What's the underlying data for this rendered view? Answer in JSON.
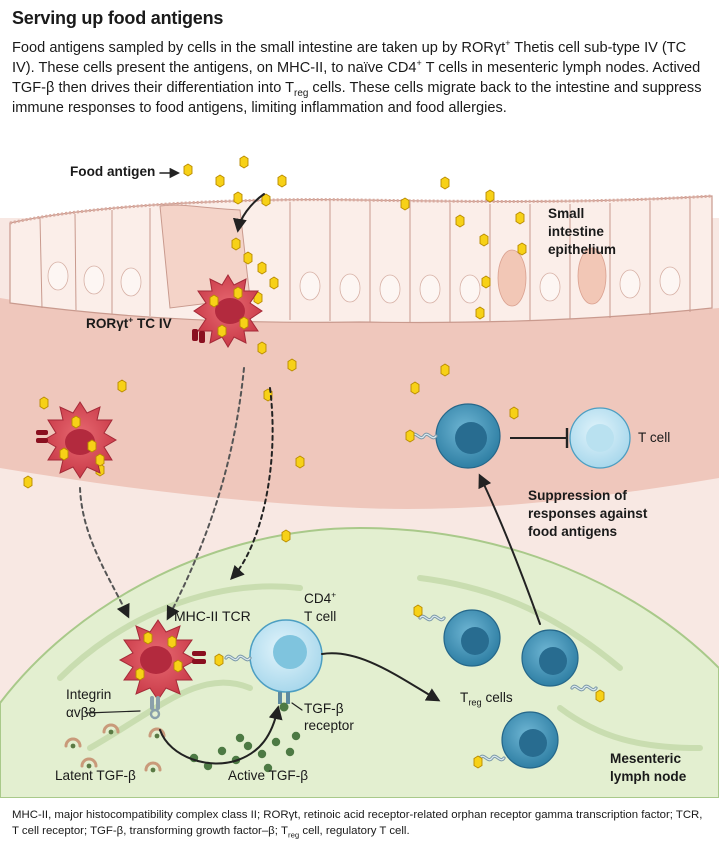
{
  "title": "Serving up food antigens",
  "intro": {
    "p1": "Food antigens sampled by cells in the small intestine are taken up by RORγt",
    "sup1": "+",
    "p2": " Thetis cell sub-type IV (TC IV). These cells present the antigens, on MHC-II, to naïve CD4",
    "sup2": "+",
    "p3": " T cells in mesenteric lymph nodes. Actived TGF-β then drives their differentiation into T",
    "sub1": "reg",
    "p4": " cells. These cells migrate back to the intestine and suppress immune responses to food antigens, limiting inflammation and food allergies."
  },
  "labels": {
    "food_antigen": "Food antigen",
    "epithelium": "Small\nintestine\nepithelium",
    "tc4_main": "RORγt",
    "tc4_sup": "+",
    "tc4_rest": " TC IV",
    "tcell": "T cell",
    "suppression": "Suppression of\nresponses against\nfood antigens",
    "mhc_tcr": "MHC-II  TCR",
    "cd4_main": "CD4",
    "cd4_sup": "+",
    "cd4_rest": "T cell",
    "integrin": "Integrin\nαvβ8",
    "tgfb_receptor": "TGF-β\nreceptor",
    "treg_main": "T",
    "treg_sub": "reg",
    "treg_rest": " cells",
    "latent_tgfb": "Latent TGF-β",
    "active_tgfb": "Active TGF-β",
    "lymph_node": "Mesenteric\nlymph node"
  },
  "footnote": {
    "text1": "MHC-II, major histocompatibility complex class II; RORγt, retinoic acid receptor-related orphan receptor gamma transcription factor; TCR, T cell receptor; TGF-β, transforming growth factor–β; T",
    "sub": "reg",
    "text2": " cell, regulatory T cell."
  },
  "colors": {
    "tissue": "#f6ddd6",
    "lamina": "#efc3b8",
    "lymph": "#e4efd2",
    "tc4_cell": "#d94a56",
    "tc4_nucleus": "#b42a3c",
    "antigen": "#f7d117",
    "treg_cell": "#3b8fb3",
    "naive_tcell": "#bfe4f3",
    "tgfb_dot": "#4d7a44"
  }
}
